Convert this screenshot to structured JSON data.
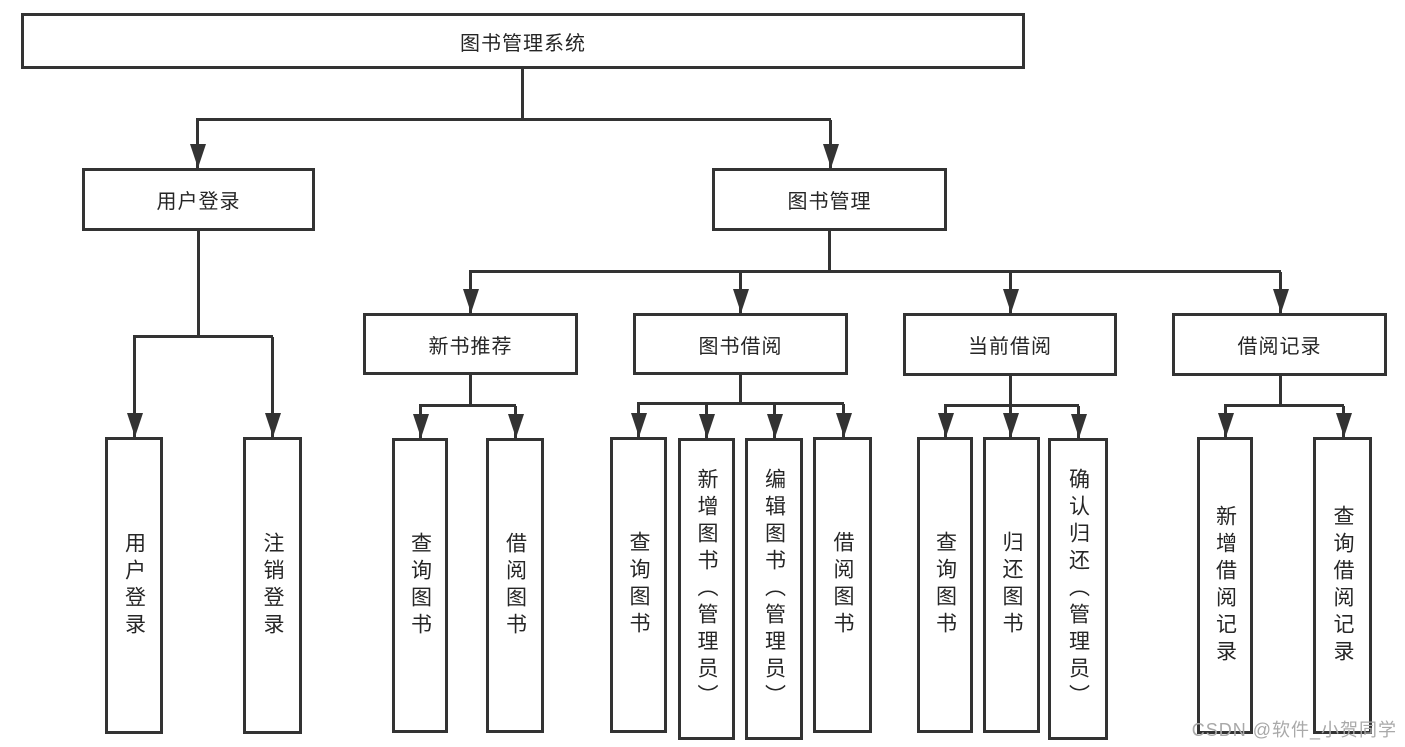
{
  "nodes": {
    "root": "图书管理系统",
    "user_login": "用户登录",
    "book_mgmt": "图书管理",
    "new_books": "新书推荐",
    "book_borrow": "图书借阅",
    "current_borrow": "当前借阅",
    "borrow_records": "借阅记录",
    "leaves": {
      "user_login_1": "用户登录",
      "user_login_2": "注销登录",
      "new_books_1": "查询图书",
      "new_books_2": "借阅图书",
      "book_borrow_1": "查询图书",
      "book_borrow_2": "新增图书（管理员）",
      "book_borrow_3": "编辑图书（管理员）",
      "book_borrow_4": "借阅图书",
      "current_borrow_1": "查询图书",
      "current_borrow_2": "归还图书",
      "current_borrow_3": "确认归还（管理员）",
      "borrow_records_1": "新增借阅记录",
      "borrow_records_2": "查询借阅记录"
    }
  },
  "watermark": "CSDN @软件_小贺同学",
  "colors": {
    "line": "#333333",
    "text": "#262626",
    "watermark": "#a9a9a9",
    "background": "#ffffff"
  }
}
